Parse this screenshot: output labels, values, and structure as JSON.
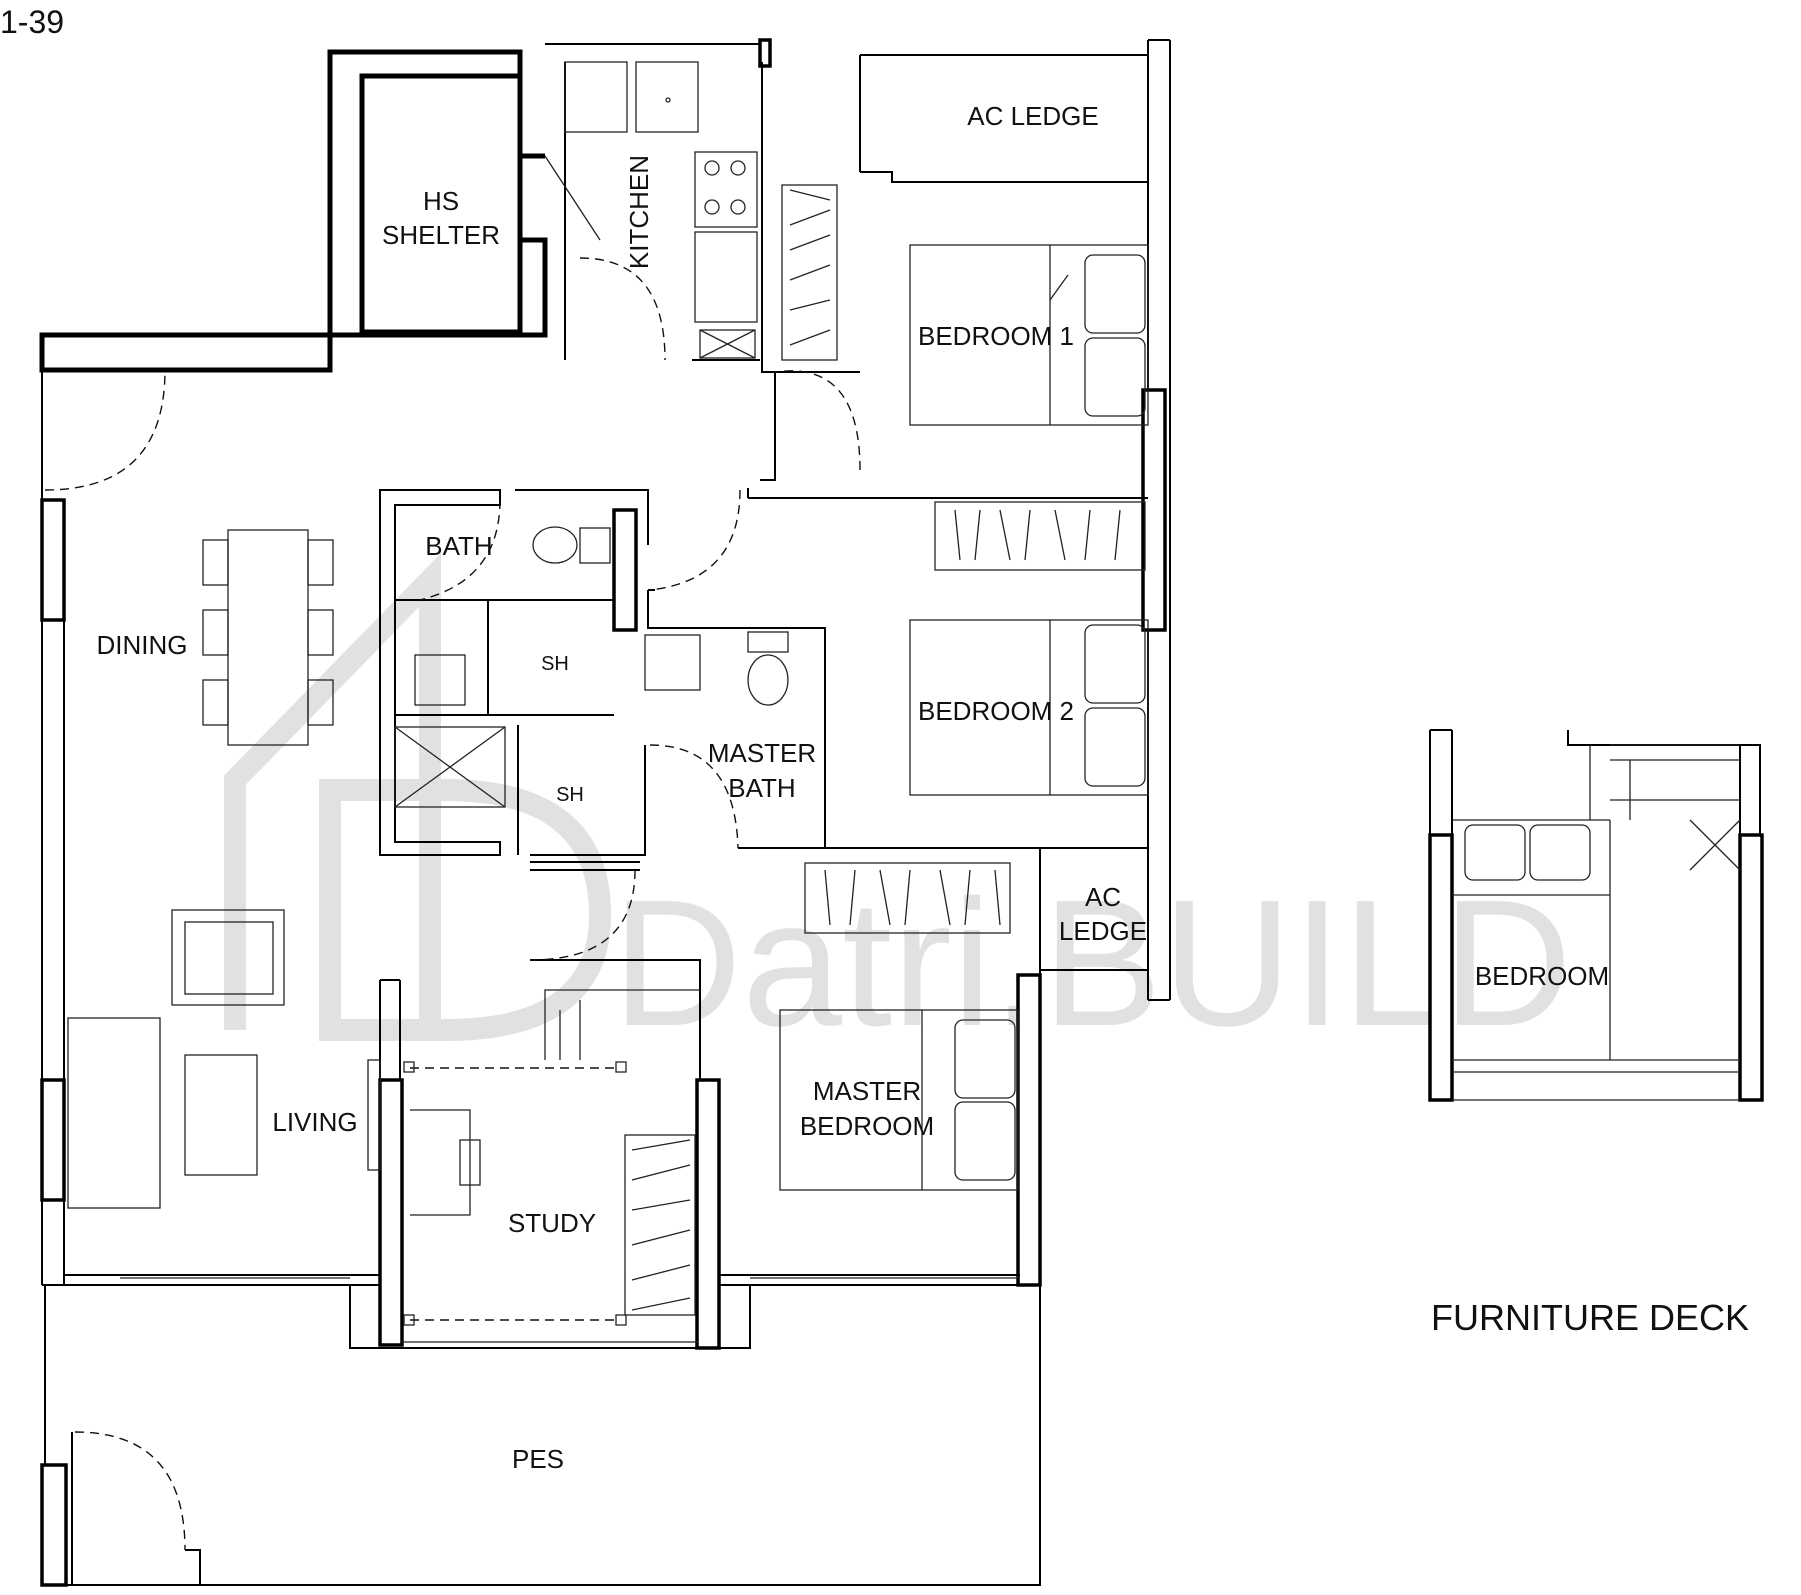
{
  "unit_code": "1-39",
  "caption": "FURNITURE DECK",
  "watermark": "Datri.BUILD",
  "rooms": {
    "hs_shelter": [
      "HS",
      "SHELTER"
    ],
    "kitchen": "KITCHEN",
    "ac_ledge_top": "AC LEDGE",
    "bedroom_1": "BEDROOM 1",
    "bath": "BATH",
    "sh_bath": "SH",
    "sh_master": "SH",
    "dining": "DINING",
    "bedroom_2": "BEDROOM 2",
    "master_bath": [
      "MASTER",
      "BATH"
    ],
    "ac_ledge_mid": [
      "AC",
      "LEDGE"
    ],
    "master_bedroom": [
      "MASTER",
      "BEDROOM"
    ],
    "living": "LIVING",
    "study": "STUDY",
    "pes": "PES",
    "deck_bedroom": "BEDROOM"
  }
}
